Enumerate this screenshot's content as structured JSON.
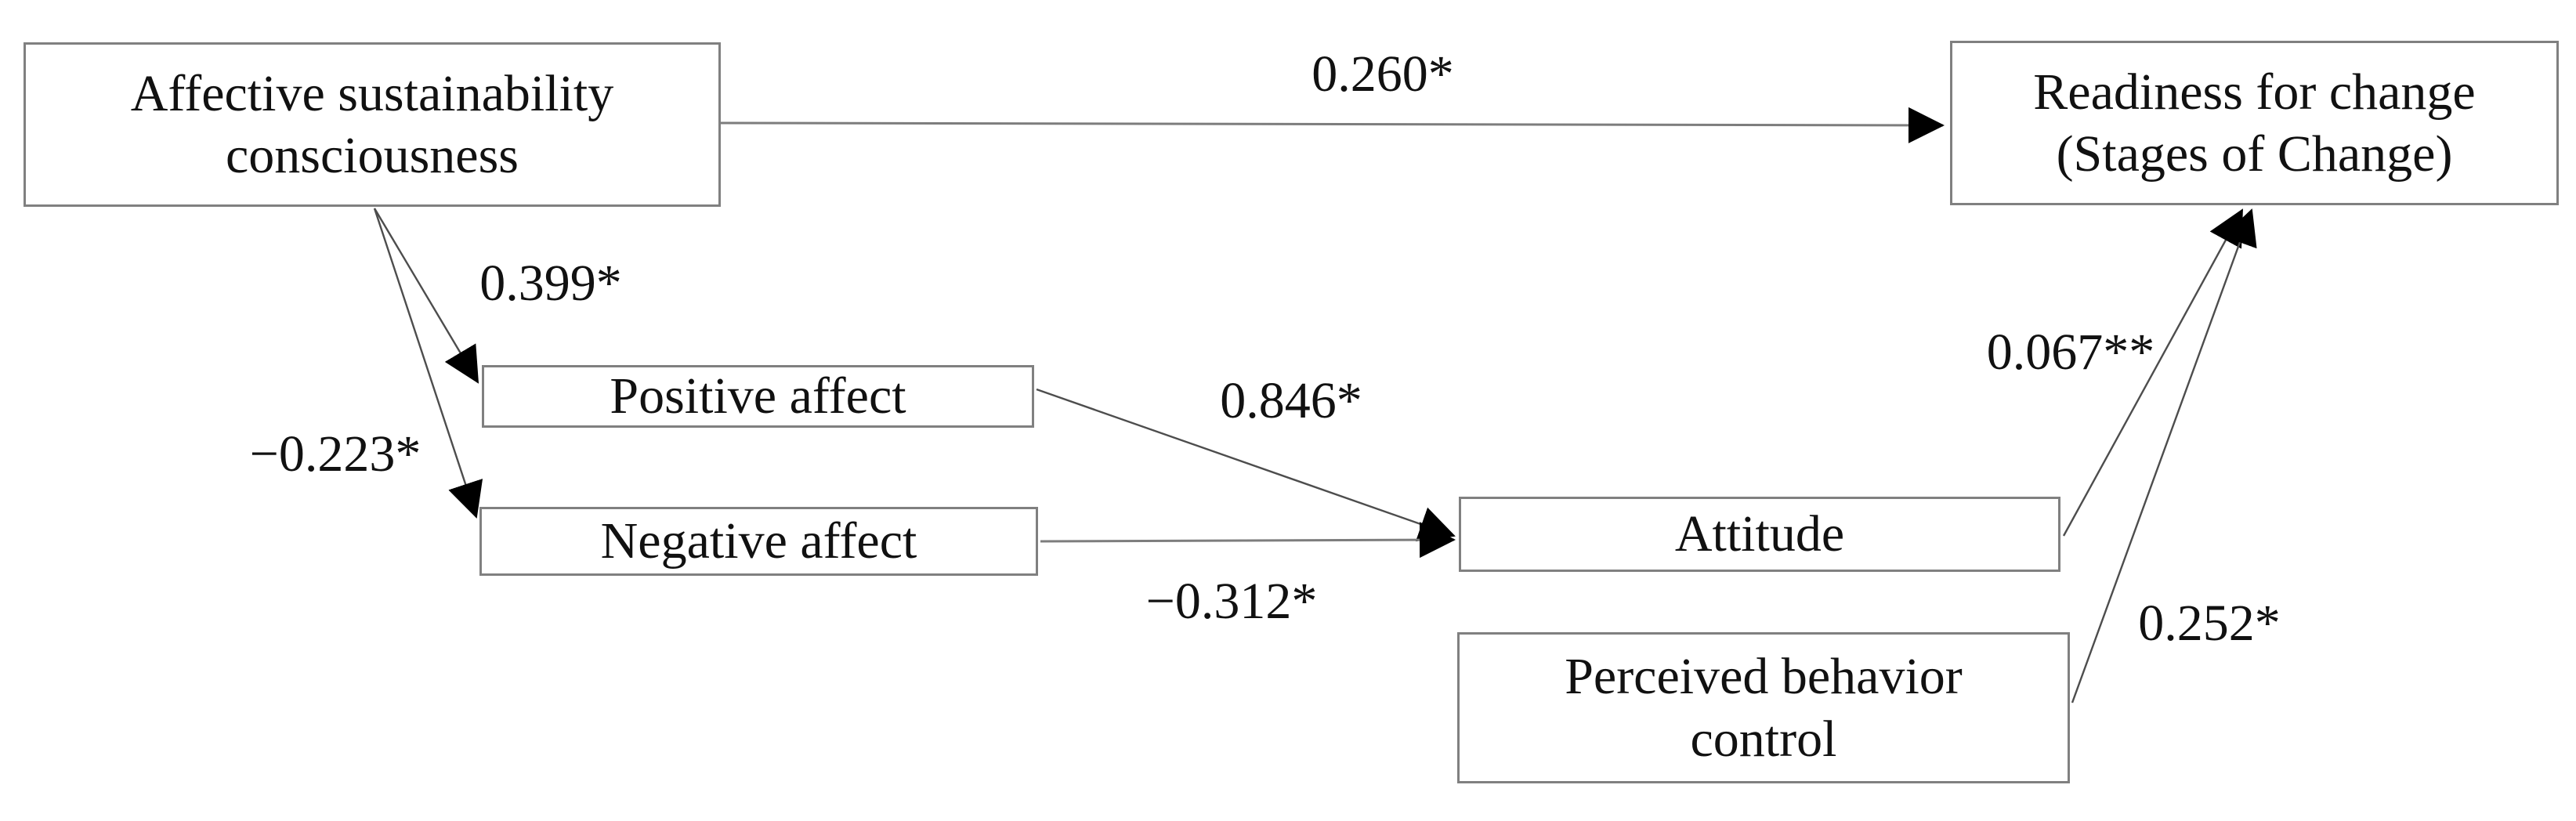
{
  "figure": {
    "type": "path-model-diagram",
    "background_color": "#ffffff",
    "box_border_color": "#808080",
    "arrow_line_color": "#4d4d4d",
    "arrowhead_color": "#000000",
    "text_color": "#111111"
  },
  "nodes": {
    "affective_sustainability_consciousness": {
      "line1": "Affective sustainability",
      "line2": "consciousness"
    },
    "readiness_for_change": {
      "line1": "Readiness for change",
      "line2": "(Stages of Change)"
    },
    "positive_affect": {
      "label": "Positive affect"
    },
    "negative_affect": {
      "label": "Negative affect"
    },
    "attitude": {
      "label": "Attitude"
    },
    "perceived_behavior_control": {
      "line1": "Perceived behavior",
      "line2": "control"
    }
  },
  "edges": {
    "asc_to_readiness": {
      "from": "Affective sustainability consciousness",
      "to": "Readiness for change (Stages of Change)",
      "label": "0.260*"
    },
    "asc_to_positive_affect": {
      "from": "Affective sustainability consciousness",
      "to": "Positive affect",
      "label": "0.399*"
    },
    "asc_to_negative_affect": {
      "from": "Affective sustainability consciousness",
      "to": "Negative affect",
      "label": "−0.223*"
    },
    "positive_affect_to_attitude": {
      "from": "Positive affect",
      "to": "Attitude",
      "label": "0.846*"
    },
    "negative_affect_to_attitude": {
      "from": "Negative affect",
      "to": "Attitude",
      "label": "−0.312*"
    },
    "attitude_to_readiness": {
      "from": "Attitude",
      "to": "Readiness for change (Stages of Change)",
      "label": "0.067**"
    },
    "pbc_to_readiness": {
      "from": "Perceived behavior control",
      "to": "Readiness for change (Stages of Change)",
      "label": "0.252*"
    }
  }
}
